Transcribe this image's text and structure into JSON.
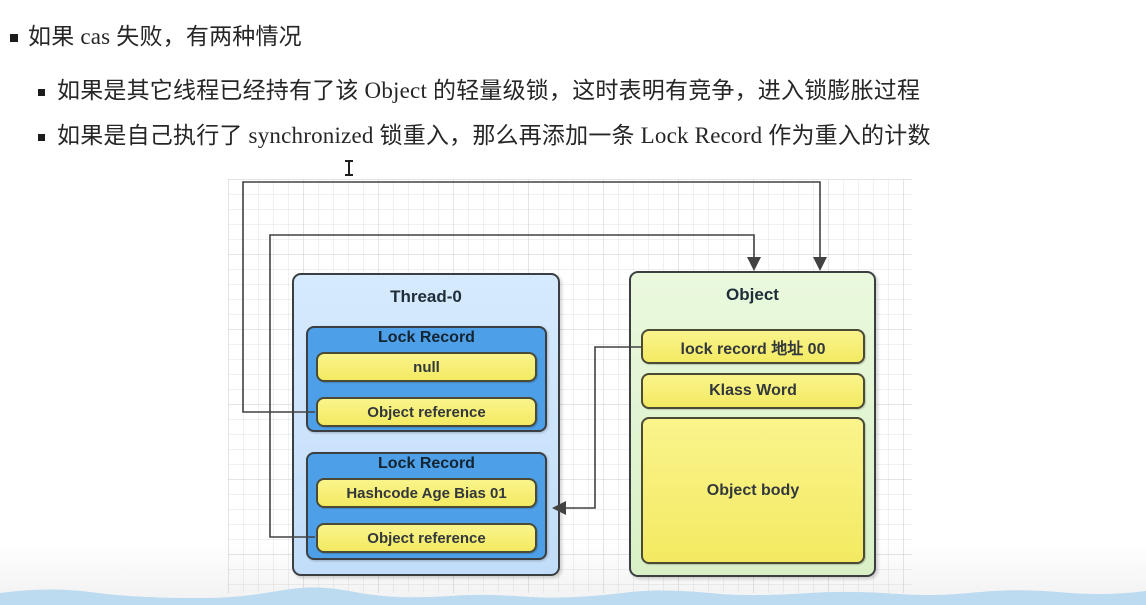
{
  "notes": {
    "bullet1": "如果 cas 失败，有两种情况",
    "bullet2": "如果是其它线程已经持有了该 Object 的轻量级锁，这时表明有竞争，进入锁膨胀过程",
    "bullet3": "如果是自己执行了 synchronized 锁重入，那么再添加一条 Lock Record 作为重入的计数"
  },
  "diagram": {
    "thread": {
      "title": "Thread-0",
      "records": [
        {
          "label": "Lock Record",
          "row1": "null",
          "row2": "Object reference"
        },
        {
          "label": "Lock Record",
          "row1": "Hashcode Age Bias 01",
          "row2": "Object reference"
        }
      ]
    },
    "object": {
      "title": "Object",
      "row1": "lock record 地址 00",
      "row2": "Klass Word",
      "body": "Object body"
    }
  },
  "colors": {
    "record_fill": "#4d9fe8",
    "shape_border": "#3b3f42",
    "connector": "#424242",
    "wave": "#bcdaf0",
    "wave_dark": "#a9cdea",
    "text_dark": "#1f2d38"
  }
}
